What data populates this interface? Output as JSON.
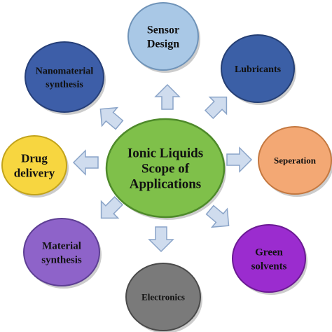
{
  "center": {
    "lines": [
      "Ionic Liquids",
      "Scope of",
      "Applications"
    ],
    "fill": "#7fc04a",
    "stroke": "#4e8a2a"
  },
  "nodes": [
    {
      "id": "sensor-design",
      "lines": [
        "Sensor",
        "Design"
      ],
      "fill": "#a9c8e6",
      "stroke": "#6f93b8"
    },
    {
      "id": "lubricants",
      "lines": [
        "Lubricants"
      ],
      "fill": "#3b5fa6",
      "stroke": "#253f74"
    },
    {
      "id": "seperation",
      "lines": [
        "Seperation"
      ],
      "fill": "#f3a874",
      "stroke": "#c47840"
    },
    {
      "id": "green-solvents",
      "lines": [
        "Green",
        "solvents"
      ],
      "fill": "#9b2ccf",
      "stroke": "#6b1a93"
    },
    {
      "id": "electronics",
      "lines": [
        "Electronics"
      ],
      "fill": "#7a7a7a",
      "stroke": "#4a4a4a"
    },
    {
      "id": "material-synthesis",
      "lines": [
        "Material",
        "synthesis"
      ],
      "fill": "#8e63c9",
      "stroke": "#5e3f94"
    },
    {
      "id": "drug-delivery",
      "lines": [
        "Drug",
        "delivery"
      ],
      "fill": "#f7d640",
      "stroke": "#c2a31a"
    },
    {
      "id": "nanomaterial-synthesis",
      "lines": [
        "Nanomaterial",
        "synthesis"
      ],
      "fill": "#3d5ea8",
      "stroke": "#263f78"
    }
  ],
  "arrow": {
    "fill": "#cfdcee",
    "stroke": "#8aa4c8"
  }
}
